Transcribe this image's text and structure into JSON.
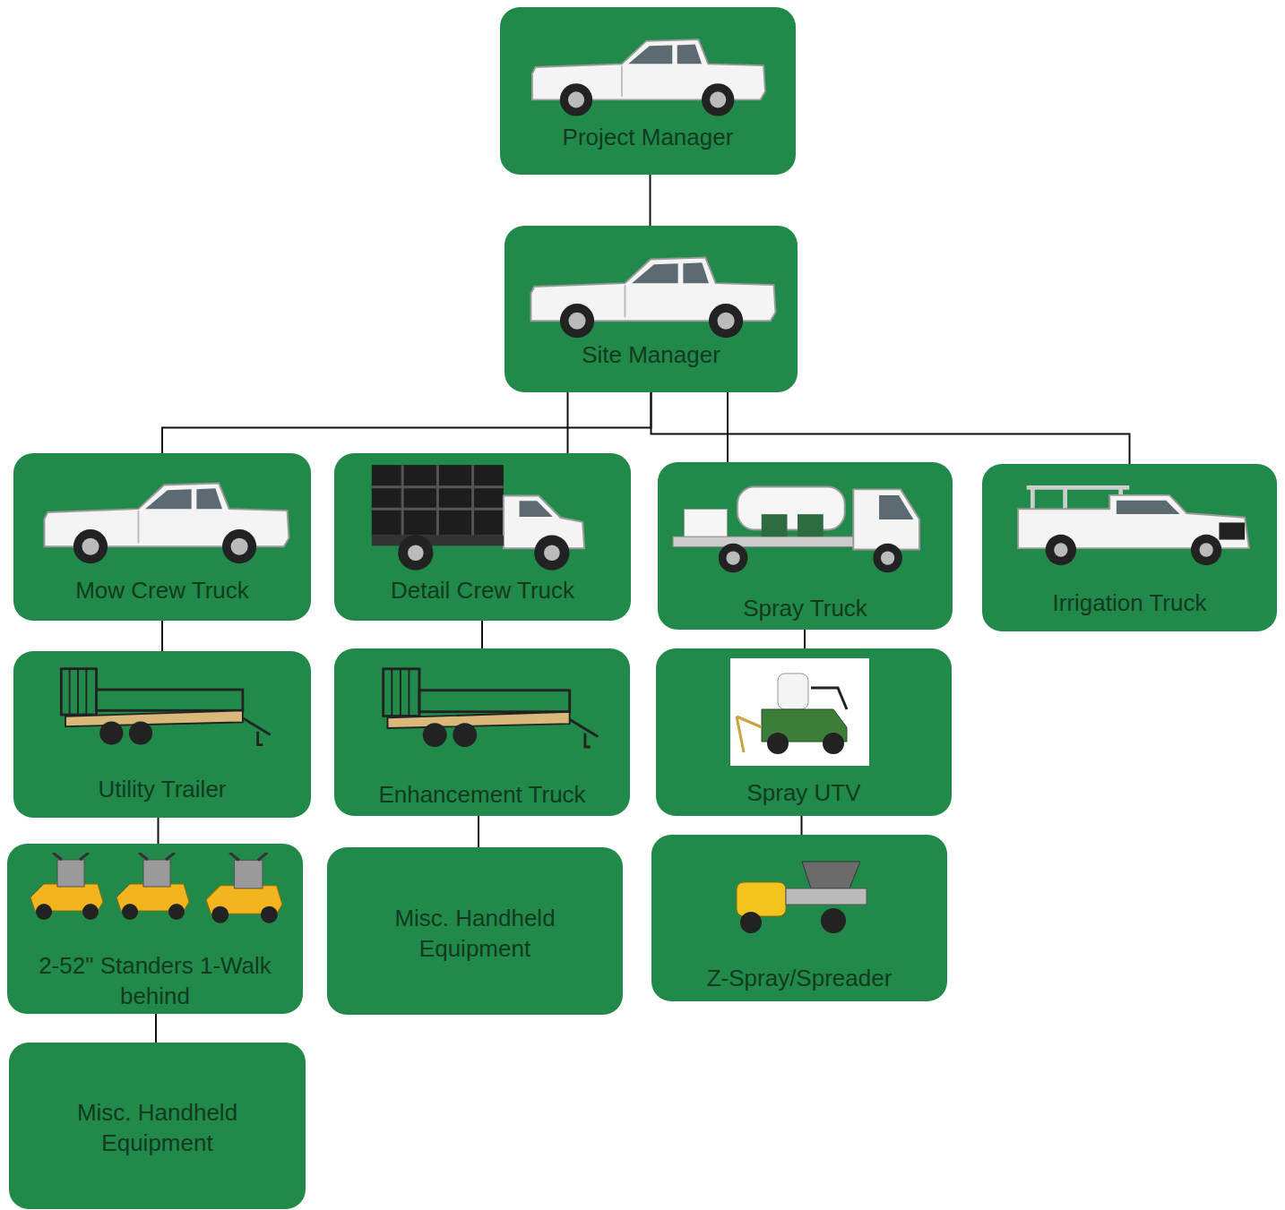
{
  "diagram": {
    "nodes": [
      {
        "text": [
          "Project Manager"
        ]
      },
      {
        "text": [
          "Site Manager"
        ]
      },
      {
        "text": [
          "Mow Crew Truck"
        ]
      },
      {
        "text": [
          "Detail Crew Truck"
        ]
      },
      {
        "text": [
          "Spray Truck"
        ]
      },
      {
        "text": [
          "Irrigation Truck"
        ]
      },
      {
        "text": [
          "Utility Trailer"
        ]
      },
      {
        "text": [
          "Enhancement Truck"
        ]
      },
      {
        "text": [
          "Spray UTV"
        ]
      },
      {
        "text": [
          "2-52\" Standers 1-Walk behind"
        ]
      },
      {
        "text": [
          "Misc. Handheld Equipment"
        ]
      },
      {
        "text": [
          "Z-Spray/Spreader"
        ]
      },
      {
        "text": [
          "Misc. Handheld Equipment"
        ]
      }
    ],
    "edges": [
      {
        "from": 0,
        "to": 1,
        "arrow": "none"
      },
      {
        "from": 1,
        "to": 2,
        "arrow": "none"
      },
      {
        "from": 1,
        "to": 3,
        "arrow": "none"
      },
      {
        "from": 1,
        "to": 4,
        "arrow": "none"
      },
      {
        "from": 1,
        "to": 5,
        "arrow": "none"
      },
      {
        "from": 2,
        "to": 6,
        "arrow": "none"
      },
      {
        "from": 6,
        "to": 9,
        "arrow": "none"
      },
      {
        "from": 9,
        "to": 12,
        "arrow": "none"
      },
      {
        "from": 3,
        "to": 7,
        "arrow": "none"
      },
      {
        "from": 7,
        "to": 10,
        "arrow": "none"
      },
      {
        "from": 4,
        "to": 8,
        "arrow": "none"
      },
      {
        "from": 8,
        "to": 11,
        "arrow": "none"
      }
    ]
  }
}
